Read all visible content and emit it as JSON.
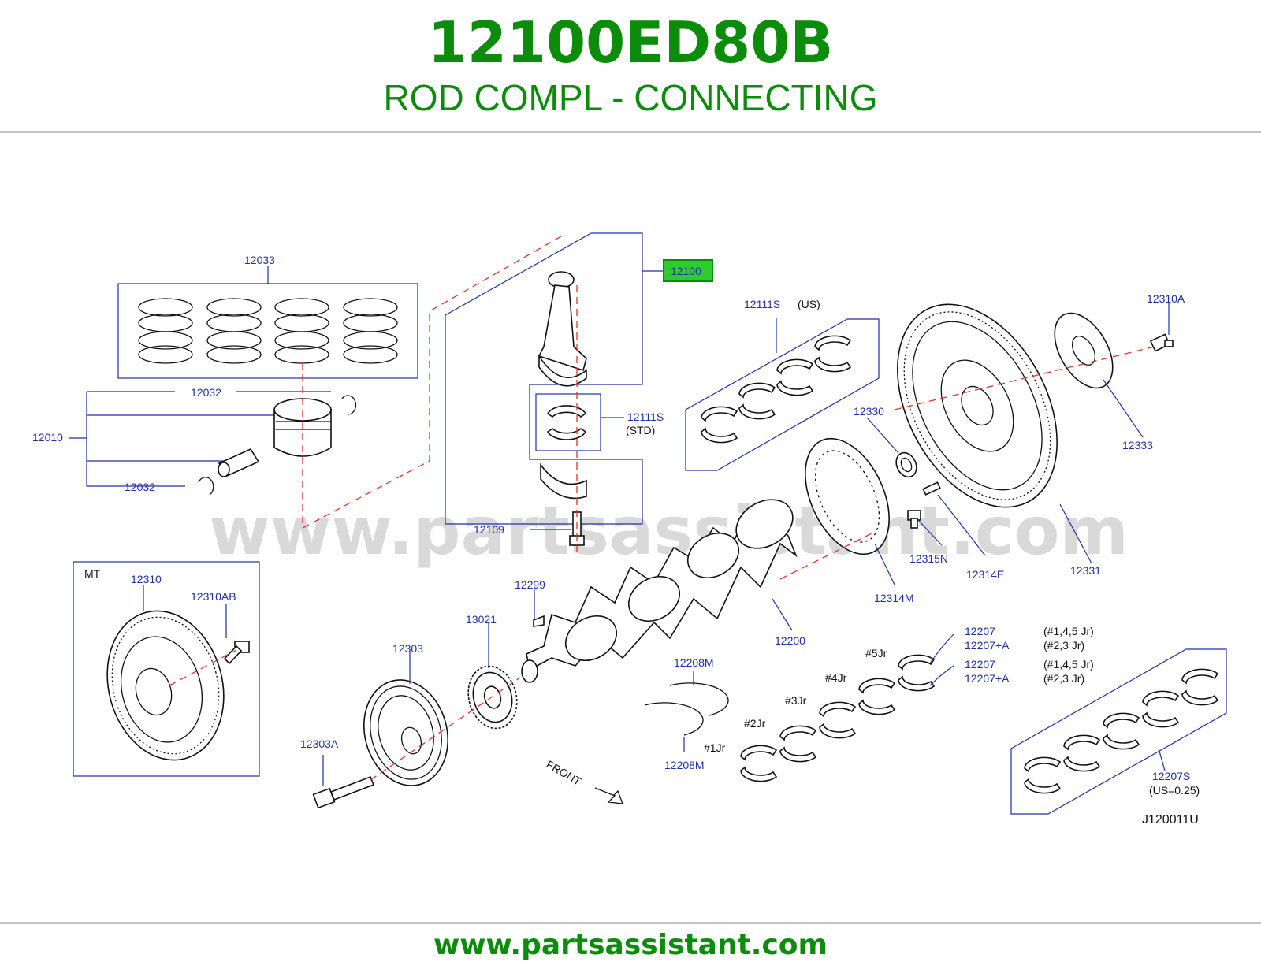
{
  "header": {
    "part_number": "12100ED80B",
    "part_name": "ROD COMPL - CONNECTING"
  },
  "footer": {
    "website": "www.partsassistant.com"
  },
  "watermark": "www.partsassistant.com",
  "diagram_code": "J120011U",
  "colors": {
    "title_green": "#0b8c0b",
    "label_blue": "#1f2fa8",
    "highlight_green": "#2ecc2e",
    "dash_red": "#e0322c"
  },
  "labels": {
    "l12033": "12033",
    "l12100": "12100",
    "l12111S_US": "12111S",
    "us": "(US)",
    "l12310A": "12310A",
    "l12032_top": "12032",
    "l12010": "12010",
    "l12032_bot": "12032",
    "l12111S_STD": "12111S",
    "std": "(STD)",
    "l12330": "12330",
    "l12333": "12333",
    "l12109": "12109",
    "l12315N": "12315N",
    "l12314E": "12314E",
    "l12331": "12331",
    "l12314M": "12314M",
    "mt": "MT",
    "l12310": "12310",
    "l12310AB": "12310AB",
    "l12299": "12299",
    "l13021": "13021",
    "l12303": "12303",
    "l12200": "12200",
    "l12207_a": "12207",
    "l12207A_a": "12207+A",
    "jr145_a": "(#1,4,5   Jr)",
    "jr23_a": "(#2,3    Jr)",
    "l12207_b": "12207",
    "l12207A_b": "12207+A",
    "jr145_b": "(#1,4,5   Jr)",
    "jr23_b": "(#2,3    Jr)",
    "jr5": "#5Jr",
    "jr4": "#4Jr",
    "jr3": "#3Jr",
    "jr2": "#2Jr",
    "jr1": "#1Jr",
    "l12208M_top": "12208M",
    "l12208M_bot": "12208M",
    "l12303A": "12303A",
    "front": "FRONT",
    "l12207S": "12207S",
    "us025": "(US=0.25)"
  }
}
